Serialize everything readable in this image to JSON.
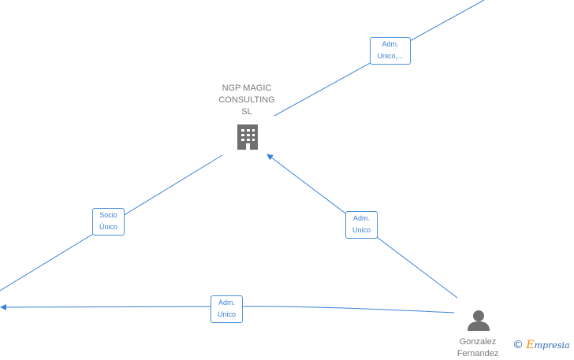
{
  "nodes": {
    "company": {
      "line1": "NGP MAGIC",
      "line2": "CONSULTING",
      "line3": "SL"
    },
    "person": {
      "line1": "Gonzalez",
      "line2": "Fernandez"
    }
  },
  "edges": {
    "top_right": {
      "line1": "Adm.",
      "line2": "Unico,..."
    },
    "left": {
      "line1": "Socio",
      "line2": "Único"
    },
    "person_to_company": {
      "line1": "Adm.",
      "line2": "Unico"
    },
    "bottom": {
      "line1": "Adm.",
      "line2": "Unico"
    }
  },
  "brand": {
    "symbol": "©",
    "initial": "E",
    "rest": "mpresia"
  },
  "colors": {
    "edge": "#3b82d6",
    "node_icon": "#6f6f6f",
    "label_text": "#3b7fd4"
  },
  "icons": {
    "company": "building-icon",
    "person": "person-icon"
  }
}
